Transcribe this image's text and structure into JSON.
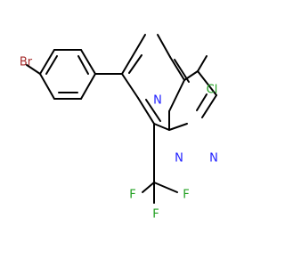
{
  "molecule": {
    "atoms": {
      "br": {
        "label": "Br",
        "color": "#a52a2a"
      },
      "cl": {
        "label": "Cl",
        "color": "#1f9f1f"
      },
      "n4": {
        "label": "N",
        "color": "#2020ff"
      },
      "n_bridge": {
        "label": "N",
        "color": "#2020ff"
      },
      "n_pyrazole": {
        "label": "N",
        "color": "#2020ff"
      },
      "f_left": {
        "label": "F",
        "color": "#1f9f1f"
      },
      "f_right": {
        "label": "F",
        "color": "#1f9f1f"
      },
      "f_bottom": {
        "label": "F",
        "color": "#1f9f1f"
      }
    },
    "colors": {
      "bond": "#000000",
      "background": "#ffffff"
    }
  }
}
